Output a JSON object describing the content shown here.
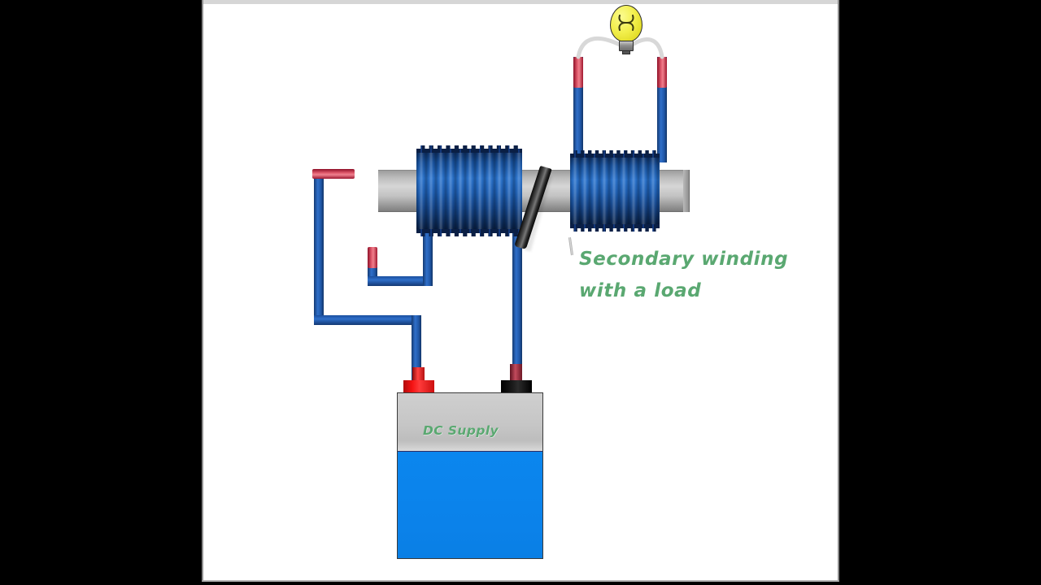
{
  "canvas": {
    "background_color": "#ffffff",
    "letterbox_color": "#000000"
  },
  "labels": {
    "secondary_line1": "Secondary winding",
    "secondary_line2": "with a load",
    "secondary_color": "#5aa871",
    "dc_supply": "DC Supply",
    "dc_supply_color": "#4f9d66"
  },
  "components": {
    "core": {
      "name": "iron core",
      "color": "#c3c3c3"
    },
    "primary_coil": {
      "name": "primary winding",
      "color": "#1f62b8"
    },
    "secondary_coil": {
      "name": "secondary winding",
      "color": "#1f62b8"
    },
    "bulb": {
      "name": "lamp load",
      "glass_color": "#f2ef4d",
      "state": "off"
    },
    "switch": {
      "name": "knife switch",
      "state": "open",
      "lever_color": "#2a2a2a"
    },
    "battery": {
      "name": "dc supply",
      "body_color": "#0b86ee",
      "top_color": "#c6c6c6",
      "positive_terminal_color": "#f41212",
      "negative_terminal_color": "#000000"
    },
    "wires": {
      "color": "#2f6fc9",
      "tip_color": "#e05a6d",
      "lead_color": "#e3e3e3"
    }
  }
}
